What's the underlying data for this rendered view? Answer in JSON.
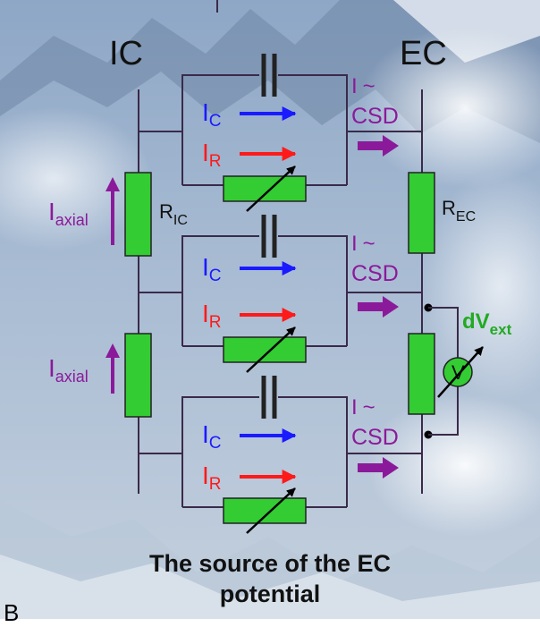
{
  "labels": {
    "ic": "IC",
    "ec": "EC",
    "i_main": "I",
    "i_c_sub": "C",
    "i_r_sub": "R",
    "axial_sub": "axial",
    "r_main": "R",
    "r_ic_sub": "IC",
    "r_ec_sub": "EC",
    "tilde": "~",
    "csd": "CSD",
    "dv_main": "dV",
    "dv_sub": "ext",
    "voltmeter": "V"
  },
  "caption": {
    "line1": "The source of the EC",
    "line2": "potential"
  },
  "corner_letter": "B",
  "colors": {
    "resistor": "#33cc33",
    "capacitive_current": "#1a1aff",
    "resistive_current": "#ff1a1a",
    "csd": "#8b1a9a",
    "wire": "#3a2a4a",
    "voltmeter_label": "#22aa22"
  }
}
